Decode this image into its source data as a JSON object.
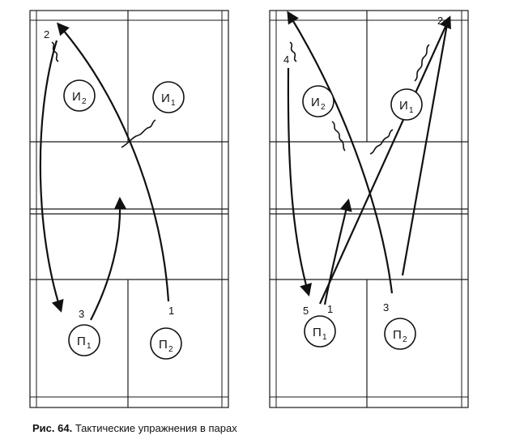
{
  "caption": {
    "label": "Рис. 64.",
    "text": "Тактические упражнения в парах"
  },
  "courts": [
    {
      "id": "left",
      "players": [
        {
          "base": "И",
          "sub": "2"
        },
        {
          "base": "И",
          "sub": "1"
        },
        {
          "base": "П",
          "sub": "1"
        },
        {
          "base": "П",
          "sub": "2"
        }
      ],
      "order_numbers": [
        "2",
        "3",
        "1"
      ]
    },
    {
      "id": "right",
      "players": [
        {
          "base": "И",
          "sub": "2"
        },
        {
          "base": "И",
          "sub": "1"
        },
        {
          "base": "П",
          "sub": "1"
        },
        {
          "base": "П",
          "sub": "2"
        }
      ],
      "order_numbers": [
        "2",
        "4",
        "5",
        "1",
        "3"
      ]
    }
  ],
  "colors": {
    "ink": "#111111",
    "background": "#ffffff"
  },
  "icons": [
    "arrow-head",
    "wavy-line-player-motion"
  ]
}
